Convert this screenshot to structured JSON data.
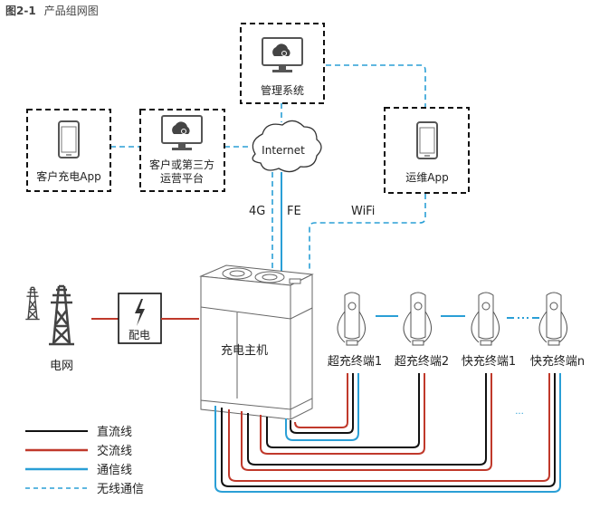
{
  "figure": {
    "number": "图2-1",
    "title": "产品组网图"
  },
  "nodes": {
    "management_system": {
      "label": "管理系统",
      "icon": "cloud-monitor-icon"
    },
    "customer_app": {
      "label": "客户充电App",
      "icon": "smartphone-icon"
    },
    "customer_platform": {
      "line1": "客户或第三方",
      "line2": "运营平台",
      "icon": "cloud-monitor-icon"
    },
    "internet": {
      "label": "Internet",
      "icon": "cloud-icon"
    },
    "ops_app": {
      "label": "运维App",
      "icon": "smartphone-icon"
    },
    "grid": {
      "label": "电网",
      "icon": "power-tower-icon"
    },
    "distribution": {
      "label": "配电",
      "icon": "lightning-icon"
    },
    "charging_host": {
      "label": "充电主机"
    },
    "terminals": [
      {
        "label": "超充终端1"
      },
      {
        "label": "超充终端2"
      },
      {
        "label": "快充终端1"
      },
      {
        "label": "快充终端n"
      }
    ],
    "ellipsis": "..."
  },
  "link_labels": {
    "g4": "4G",
    "fe": "FE",
    "wifi": "WiFi"
  },
  "legend": [
    {
      "label": "直流线",
      "style": "solid",
      "color": "#111111"
    },
    {
      "label": "交流线",
      "style": "solid",
      "color": "#c0392b"
    },
    {
      "label": "通信线",
      "style": "solid",
      "color": "#2a9fd6"
    },
    {
      "label": "无线通信",
      "style": "dashed",
      "color": "#2a9fd6"
    }
  ]
}
